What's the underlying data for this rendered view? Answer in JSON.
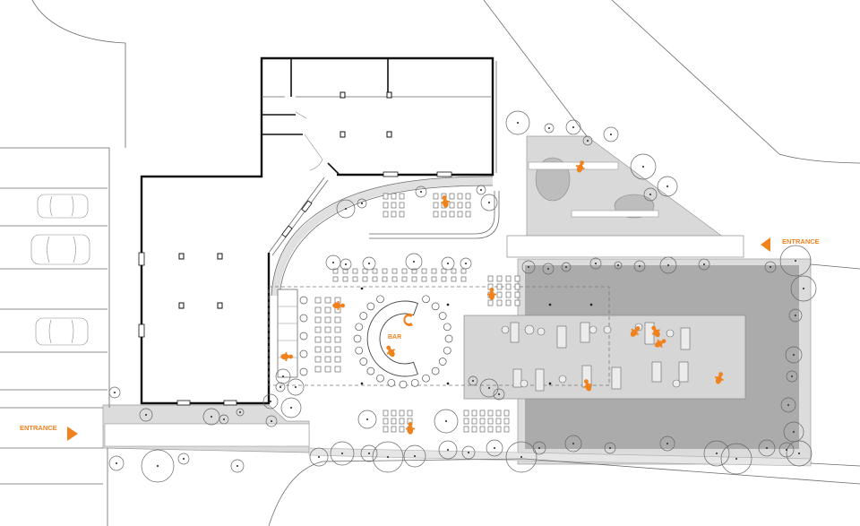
{
  "labels": {
    "entrance_east": "ENTRANCE",
    "entrance_west": "ENTRANCE",
    "bar": "BAR"
  },
  "colors": {
    "accent": "#f0821e",
    "plaza": "#ababab",
    "pavilion": "#d6d6d6",
    "paving": "#dcdcdc",
    "line": "#6a6a6a",
    "wall": "#111111"
  }
}
